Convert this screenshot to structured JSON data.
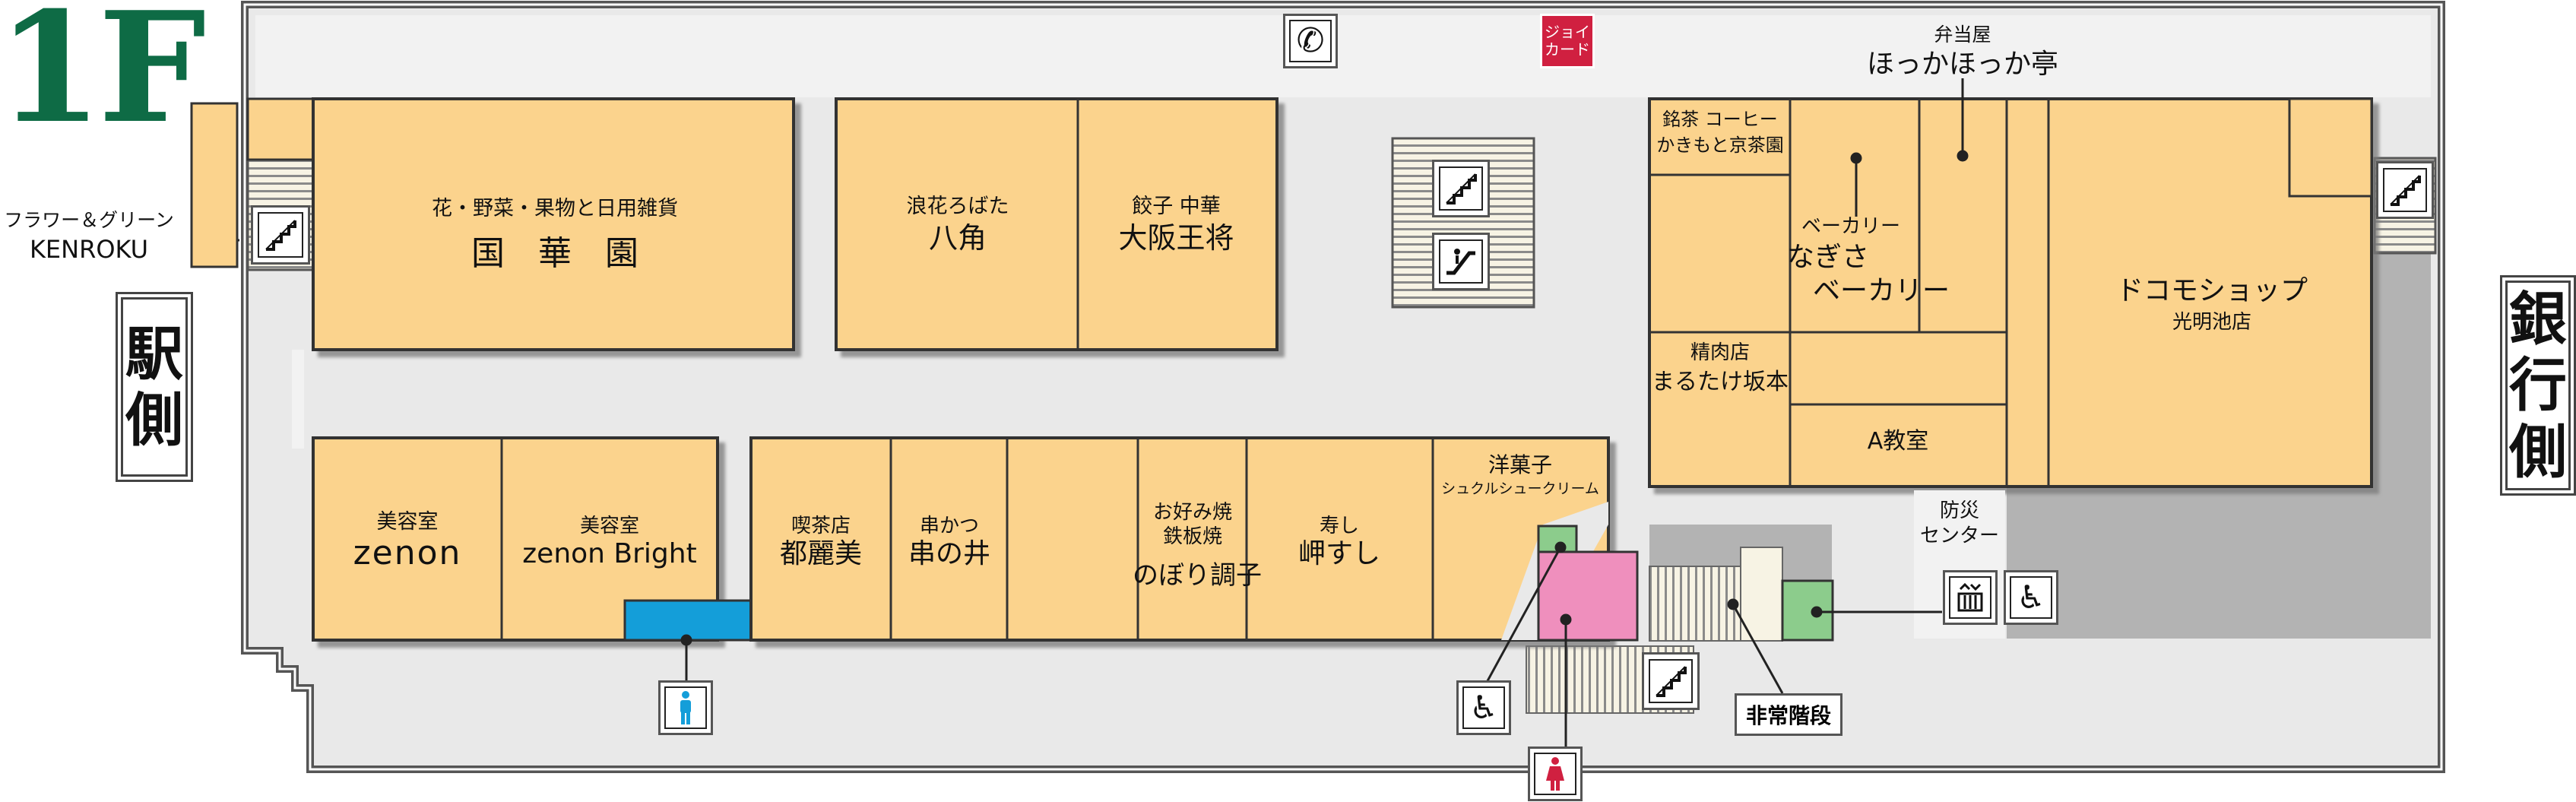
{
  "floor": "1F",
  "sides": {
    "left": [
      "駅",
      "側"
    ],
    "right": [
      "銀",
      "行",
      "側"
    ]
  },
  "colors": {
    "shop": "#fbd38d",
    "corridor": "#e9e9e9",
    "building": "#ffffff",
    "mens_toilet": "#149ed9",
    "womens_toilet": "#ef8fbd",
    "accessible_toilet": "#8ccc8c",
    "floor_label": "#0e6b45",
    "joy_card": "#d02040"
  },
  "external_shop": {
    "category": "フラワー＆グリーン",
    "name": "KENROKU"
  },
  "shops": {
    "kokkaen": {
      "category": "花・野菜・果物と日用雑貨",
      "name": "国　華　園"
    },
    "hakkaku": {
      "category": "浪花ろばた",
      "name": "八角"
    },
    "osaka_ohsho": {
      "category": "餃子 中華",
      "name": "大阪王将"
    },
    "kakimoto": {
      "category": "銘茶 コーヒー",
      "name": "かきもと京茶園"
    },
    "nagisa": {
      "category": "ベーカリー",
      "name1": "なぎさ",
      "name2": "ベーカリー"
    },
    "hokka": {
      "category": "弁当屋",
      "name": "ほっかほっか亭"
    },
    "docomo": {
      "name": "ドコモショップ",
      "branch": "光明池店"
    },
    "marutake": {
      "category": "精肉店",
      "name": "まるたけ坂本"
    },
    "a_kyoshitsu": {
      "name": "A教室"
    },
    "zenon": {
      "category": "美容室",
      "name": "zenon"
    },
    "zenon_bright": {
      "category": "美容室",
      "name": "zenon Bright"
    },
    "torami": {
      "category": "喫茶店",
      "name": "都麗美"
    },
    "kushinoi": {
      "category": "串かつ",
      "name": "串の井"
    },
    "nobori": {
      "category1": "お好み焼",
      "category2": "鉄板焼",
      "name": "のぼり調子"
    },
    "misaki": {
      "category": "寿し",
      "name": "岬すし"
    },
    "chouchou": {
      "category": "洋菓子",
      "name": "シュクルシュークリーム"
    }
  },
  "facilities": {
    "bosai_center": "防災\nセンター",
    "emergency_stairs": "非常階段",
    "joy_card": "ジョイ\nカード"
  },
  "icons": {
    "telephone": "telephone-icon",
    "stairs": "stairs-icon",
    "escalator": "escalator-icon",
    "elevator": "elevator-icon",
    "wheelchair": "wheelchair-icon",
    "mens_toilet": "mens-toilet-icon",
    "womens_toilet": "womens-toilet-icon"
  }
}
